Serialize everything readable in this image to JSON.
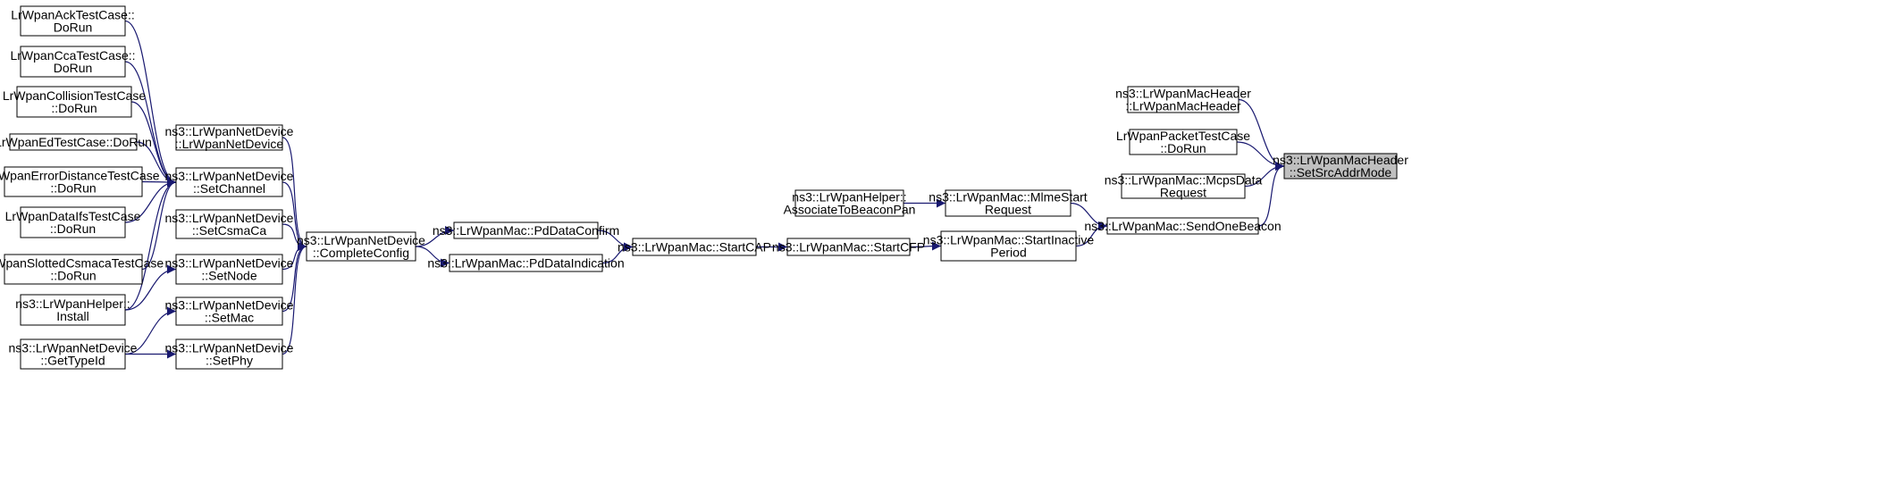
{
  "colors": {
    "edge": "#191970",
    "node_border": "#000000",
    "node_fill": "#ffffff",
    "highlight_fill": "#bfbfbf",
    "text": "#000000"
  },
  "nodes": [
    {
      "id": "ackTest",
      "lines": [
        "LrWpanAckTestCase::",
        "DoRun"
      ]
    },
    {
      "id": "ccaTest",
      "lines": [
        "LrWpanCcaTestCase::",
        "DoRun"
      ]
    },
    {
      "id": "collisionTest",
      "lines": [
        "LrWpanCollisionTestCase",
        "::DoRun"
      ]
    },
    {
      "id": "edTest",
      "lines": [
        "LrWpanEdTestCase::DoRun"
      ]
    },
    {
      "id": "errDistTest",
      "lines": [
        "LrWpanErrorDistanceTestCase",
        "::DoRun"
      ]
    },
    {
      "id": "dataIfsTest",
      "lines": [
        "LrWpanDataIfsTestCase",
        "::DoRun"
      ]
    },
    {
      "id": "slottedTest",
      "lines": [
        "LrWpanSlottedCsmacaTestCase",
        "::DoRun"
      ]
    },
    {
      "id": "helperInstall",
      "lines": [
        "ns3::LrWpanHelper::",
        "Install"
      ]
    },
    {
      "id": "getTypeId",
      "lines": [
        "ns3::LrWpanNetDevice",
        "::GetTypeId"
      ]
    },
    {
      "id": "netDeviceCtor",
      "lines": [
        "ns3::LrWpanNetDevice",
        "::LrWpanNetDevice"
      ]
    },
    {
      "id": "setChannel",
      "lines": [
        "ns3::LrWpanNetDevice",
        "::SetChannel"
      ]
    },
    {
      "id": "setCsmaCa",
      "lines": [
        "ns3::LrWpanNetDevice",
        "::SetCsmaCa"
      ]
    },
    {
      "id": "setNode",
      "lines": [
        "ns3::LrWpanNetDevice",
        "::SetNode"
      ]
    },
    {
      "id": "setMac",
      "lines": [
        "ns3::LrWpanNetDevice",
        "::SetMac"
      ]
    },
    {
      "id": "setPhy",
      "lines": [
        "ns3::LrWpanNetDevice",
        "::SetPhy"
      ]
    },
    {
      "id": "completeConfig",
      "lines": [
        "ns3::LrWpanNetDevice",
        "::CompleteConfig"
      ]
    },
    {
      "id": "pdDataConfirm",
      "lines": [
        "ns3::LrWpanMac::PdDataConfirm"
      ]
    },
    {
      "id": "pdDataIndication",
      "lines": [
        "ns3::LrWpanMac::PdDataIndication"
      ]
    },
    {
      "id": "startCap",
      "lines": [
        "ns3::LrWpanMac::StartCAP"
      ]
    },
    {
      "id": "startCfp",
      "lines": [
        "ns3::LrWpanMac::StartCFP"
      ]
    },
    {
      "id": "associateBeacon",
      "lines": [
        "ns3::LrWpanHelper::",
        "AssociateToBeaconPan"
      ]
    },
    {
      "id": "mlmeStart",
      "lines": [
        "ns3::LrWpanMac::MlmeStart",
        "Request"
      ]
    },
    {
      "id": "startInactive",
      "lines": [
        "ns3::LrWpanMac::StartInactive",
        "Period"
      ]
    },
    {
      "id": "sendOneBeacon",
      "lines": [
        "ns3::LrWpanMac::SendOneBeacon"
      ]
    },
    {
      "id": "macHeaderCtor",
      "lines": [
        "ns3::LrWpanMacHeader",
        "::LrWpanMacHeader"
      ]
    },
    {
      "id": "packetTest",
      "lines": [
        "LrWpanPacketTestCase",
        "::DoRun"
      ]
    },
    {
      "id": "mcpsData",
      "lines": [
        "ns3::LrWpanMac::McpsData",
        "Request"
      ]
    },
    {
      "id": "setSrcAddrMode",
      "lines": [
        "ns3::LrWpanMacHeader",
        "::SetSrcAddrMode"
      ],
      "highlight": true
    }
  ],
  "edges": [
    [
      "ackTest",
      "setChannel"
    ],
    [
      "ccaTest",
      "setChannel"
    ],
    [
      "collisionTest",
      "setChannel"
    ],
    [
      "edTest",
      "setChannel"
    ],
    [
      "errDistTest",
      "setChannel"
    ],
    [
      "dataIfsTest",
      "setChannel"
    ],
    [
      "slottedTest",
      "setChannel"
    ],
    [
      "helperInstall",
      "setChannel"
    ],
    [
      "helperInstall",
      "setNode"
    ],
    [
      "getTypeId",
      "setMac"
    ],
    [
      "getTypeId",
      "setPhy"
    ],
    [
      "netDeviceCtor",
      "completeConfig"
    ],
    [
      "setChannel",
      "completeConfig"
    ],
    [
      "setCsmaCa",
      "completeConfig"
    ],
    [
      "setNode",
      "completeConfig"
    ],
    [
      "setMac",
      "completeConfig"
    ],
    [
      "setPhy",
      "completeConfig"
    ],
    [
      "completeConfig",
      "pdDataConfirm"
    ],
    [
      "completeConfig",
      "pdDataIndication"
    ],
    [
      "pdDataConfirm",
      "startCap"
    ],
    [
      "pdDataIndication",
      "startCap"
    ],
    [
      "startCap",
      "startCfp"
    ],
    [
      "startCfp",
      "startInactive"
    ],
    [
      "associateBeacon",
      "mlmeStart"
    ],
    [
      "mlmeStart",
      "sendOneBeacon"
    ],
    [
      "startInactive",
      "sendOneBeacon"
    ],
    [
      "sendOneBeacon",
      "setSrcAddrMode"
    ],
    [
      "macHeaderCtor",
      "setSrcAddrMode"
    ],
    [
      "packetTest",
      "setSrcAddrMode"
    ],
    [
      "mcpsData",
      "setSrcAddrMode"
    ]
  ]
}
